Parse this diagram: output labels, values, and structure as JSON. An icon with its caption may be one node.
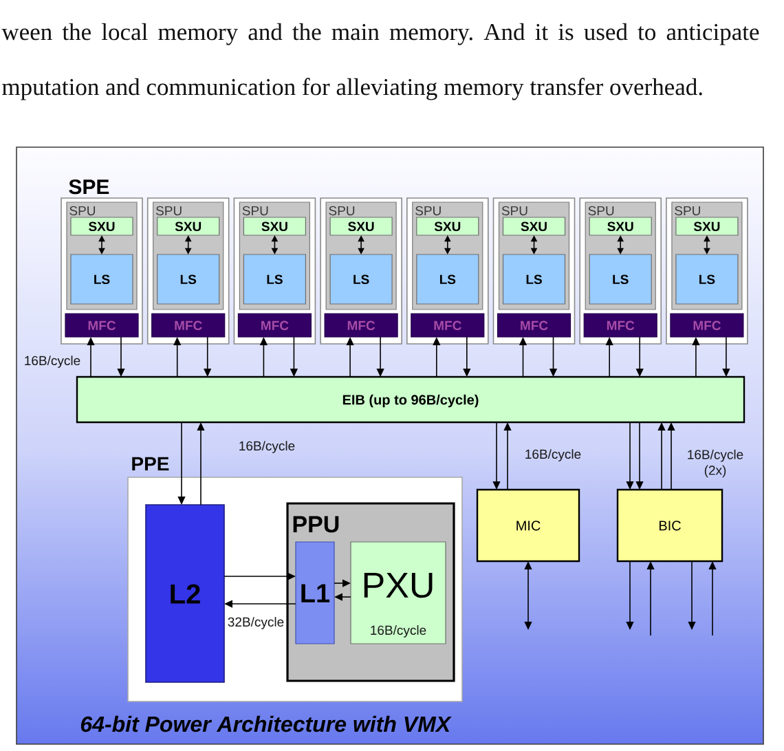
{
  "diagram": {
    "nodes": [
      {
        "text": [
          "64-bit Power Architecture with VMX"
        ]
      },
      {
        "text": [
          "SPE"
        ],
        "in": 0
      },
      {
        "text": [
          "SPU"
        ],
        "in": 1
      },
      {
        "text": [
          "SXU"
        ],
        "in": 2
      },
      {
        "text": [
          "LS"
        ],
        "in": 2
      },
      {
        "text": [
          "MFC"
        ],
        "in": 1
      },
      {
        "text": [],
        "shape": "box",
        "in": 0
      },
      {
        "text": [
          "SPU"
        ],
        "in": 6
      },
      {
        "text": [
          "SXU"
        ],
        "in": 7
      },
      {
        "text": [
          "LS"
        ],
        "in": 7
      },
      {
        "text": [
          "MFC"
        ],
        "in": 6
      },
      {
        "text": [],
        "shape": "box",
        "in": 0
      },
      {
        "text": [
          "SPU"
        ],
        "in": 11
      },
      {
        "text": [
          "SXU"
        ],
        "in": 12
      },
      {
        "text": [
          "LS"
        ],
        "in": 12
      },
      {
        "text": [
          "MFC"
        ],
        "in": 11
      },
      {
        "text": [],
        "shape": "box",
        "in": 0
      },
      {
        "text": [
          "SPU"
        ],
        "in": 16
      },
      {
        "text": [
          "SXU"
        ],
        "in": 17
      },
      {
        "text": [
          "LS"
        ],
        "in": 17
      },
      {
        "text": [
          "MFC"
        ],
        "in": 16
      },
      {
        "text": [],
        "shape": "box",
        "in": 0
      },
      {
        "text": [
          "SPU"
        ],
        "in": 21
      },
      {
        "text": [
          "SXU"
        ],
        "in": 22
      },
      {
        "text": [
          "LS"
        ],
        "in": 22
      },
      {
        "text": [
          "MFC"
        ],
        "in": 21
      },
      {
        "text": [],
        "shape": "box",
        "in": 0
      },
      {
        "text": [
          "SPU"
        ],
        "in": 26
      },
      {
        "text": [
          "SXU"
        ],
        "in": 27
      },
      {
        "text": [
          "LS"
        ],
        "in": 27
      },
      {
        "text": [
          "MFC"
        ],
        "in": 26
      },
      {
        "text": [],
        "shape": "box",
        "in": 0
      },
      {
        "text": [
          "SPU"
        ],
        "in": 31
      },
      {
        "text": [
          "SXU"
        ],
        "in": 32
      },
      {
        "text": [
          "LS"
        ],
        "in": 32
      },
      {
        "text": [
          "MFC"
        ],
        "in": 31
      },
      {
        "text": [],
        "shape": "box",
        "in": 0
      },
      {
        "text": [
          "SPU"
        ],
        "in": 36
      },
      {
        "text": [
          "SXU"
        ],
        "in": 37
      },
      {
        "text": [
          "LS"
        ],
        "in": 37
      },
      {
        "text": [
          "MFC"
        ],
        "in": 36
      },
      {
        "text": [
          "EIB (up to 96B/cycle)"
        ],
        "in": 0
      },
      {
        "text": [
          "PPE"
        ],
        "in": 0
      },
      {
        "text": [
          "L2"
        ],
        "in": 42
      },
      {
        "text": [
          "PPU"
        ],
        "in": 42
      },
      {
        "text": [
          "L1"
        ],
        "in": 44
      },
      {
        "text": [
          "PXU"
        ],
        "in": 44
      },
      {
        "text": [
          "MIC"
        ],
        "in": 0
      },
      {
        "text": [
          "BIC"
        ],
        "in": 0
      }
    ],
    "edges": [
      {
        "from": 3,
        "to": 4,
        "arrow": "both"
      },
      {
        "from": 41,
        "to": 5,
        "arrow": "to",
        "label": "16B/cycle"
      },
      {
        "from": 5,
        "to": 41,
        "arrow": "to"
      },
      {
        "from": 8,
        "to": 9,
        "arrow": "both"
      },
      {
        "from": 41,
        "to": 10,
        "arrow": "to"
      },
      {
        "from": 10,
        "to": 41,
        "arrow": "to"
      },
      {
        "from": 13,
        "to": 14,
        "arrow": "both"
      },
      {
        "from": 41,
        "to": 15,
        "arrow": "to"
      },
      {
        "from": 15,
        "to": 41,
        "arrow": "to"
      },
      {
        "from": 18,
        "to": 19,
        "arrow": "both"
      },
      {
        "from": 41,
        "to": 20,
        "arrow": "to"
      },
      {
        "from": 20,
        "to": 41,
        "arrow": "to"
      },
      {
        "from": 23,
        "to": 24,
        "arrow": "both"
      },
      {
        "from": 41,
        "to": 25,
        "arrow": "to"
      },
      {
        "from": 25,
        "to": 41,
        "arrow": "to"
      },
      {
        "from": 28,
        "to": 29,
        "arrow": "both"
      },
      {
        "from": 41,
        "to": 30,
        "arrow": "to"
      },
      {
        "from": 30,
        "to": 41,
        "arrow": "to"
      },
      {
        "from": 33,
        "to": 34,
        "arrow": "both"
      },
      {
        "from": 41,
        "to": 35,
        "arrow": "to"
      },
      {
        "from": 35,
        "to": 41,
        "arrow": "to"
      },
      {
        "from": 38,
        "to": 39,
        "arrow": "both"
      },
      {
        "from": 41,
        "to": 40,
        "arrow": "to"
      },
      {
        "from": 40,
        "to": 41,
        "arrow": "to"
      },
      {
        "from": 41,
        "to": 43,
        "arrow": "to"
      },
      {
        "from": 43,
        "to": 41,
        "arrow": "to",
        "label": "16B/cycle"
      },
      {
        "from": 43,
        "to": 45,
        "arrow": "to"
      },
      {
        "from": 45,
        "to": 43,
        "arrow": "to",
        "label": "32B/cycle"
      },
      {
        "from": 45,
        "to": 46,
        "arrow": "to"
      },
      {
        "from": 46,
        "to": 45,
        "arrow": "to",
        "label": "16B/cycle"
      },
      {
        "from": 41,
        "to": 47,
        "arrow": "to"
      },
      {
        "from": 47,
        "to": 41,
        "arrow": "to",
        "label": "16B/cycle"
      },
      {
        "from": 41,
        "to": 48,
        "arrow": "to"
      },
      {
        "from": 41,
        "to": 48,
        "arrow": "to"
      },
      {
        "from": 48,
        "to": 41,
        "arrow": "to"
      },
      {
        "from": 48,
        "to": 41,
        "arrow": "to",
        "label": "16B/cycle (2x)"
      },
      {
        "from": 47,
        "to": null,
        "arrow": "both"
      },
      {
        "from": 48,
        "to": null,
        "arrow": "to"
      },
      {
        "from": null,
        "to": 48,
        "arrow": "to"
      },
      {
        "from": 48,
        "to": null,
        "arrow": "to"
      },
      {
        "from": null,
        "to": 48,
        "arrow": "to"
      }
    ],
    "labels": [
      "ween the local memory and the main memory. And it is used to anticipate",
      "mputation and communication for alleviating memory transfer overhead."
    ]
  }
}
